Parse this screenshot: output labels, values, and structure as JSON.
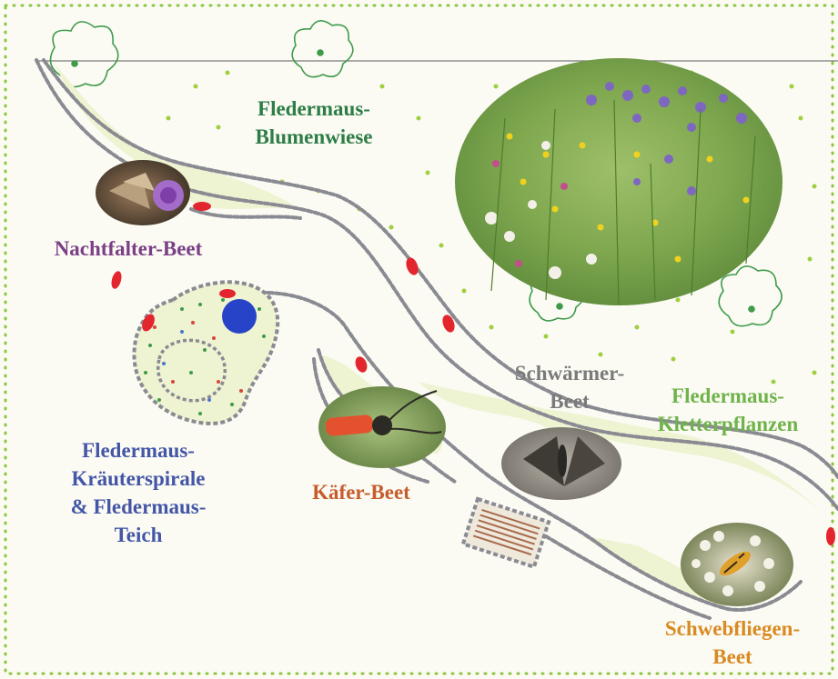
{
  "labels": {
    "blumenwiese": [
      "Fledermaus-",
      "Blumenwiese"
    ],
    "nachtfalter": [
      "Nachtfalter-Beet"
    ],
    "kraeuter": [
      "Fledermaus-",
      "Kräuterspirale",
      "& Fledermaus-",
      "Teich"
    ],
    "kaefer": [
      "Käfer-Beet"
    ],
    "schwaermer": [
      "Schwärmer-",
      "Beet"
    ],
    "kletter": [
      "Fledermaus-",
      "Kletterpflanzen"
    ],
    "schwebfliegen": [
      "Schwebfliegen-",
      "Beet"
    ]
  },
  "colors": {
    "blumenwiese": "#2e7d46",
    "nachtfalter": "#7b3f86",
    "kraeuter": "#4456a6",
    "kaefer": "#c65d2c",
    "schwaermer": "#7a7a7a",
    "kletter": "#6fb34a",
    "schwebfliegen": "#d98a22",
    "border_dots": "#8cc63f",
    "path_stones": "#8a8a92",
    "accent_red": "#e3262e",
    "pond_blue": "#2744c8"
  },
  "photos": {
    "meadow": "wildflower-meadow-photo",
    "nachtfalter": "moth-on-thistle-photo",
    "kaefer": "red-longhorn-beetle-photo",
    "schwaermer": "hawk-moth-photo",
    "schwebfliegen": "hoverfly-on-umbel-photo"
  }
}
